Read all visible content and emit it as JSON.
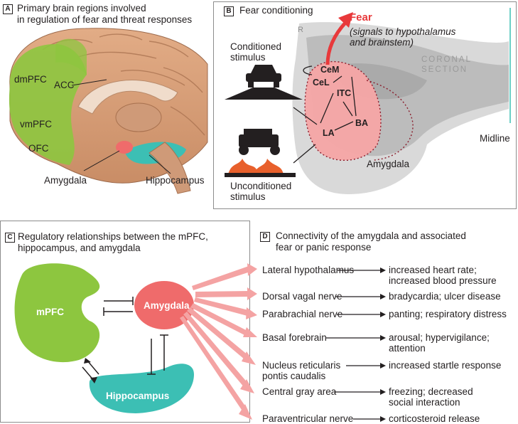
{
  "panel_a": {
    "letter": "A",
    "title": "Primary brain regions involved\nin regulation of fear and threat responses",
    "labels": {
      "dmpfc": "dmPFC",
      "acc": "ACC",
      "vmpfc": "vmPFC",
      "ofc": "OFC",
      "amygdala": "Amygdala",
      "hippocampus": "Hippocampus"
    }
  },
  "panel_b": {
    "letter": "B",
    "title": "Fear conditioning",
    "fear": "Fear",
    "fear_note": "(signals to hypothalamus\nand brainstem)",
    "r_mark": "R",
    "coronal": "CORONAL\nSECTION",
    "midline": "Midline",
    "conditioned": "Conditioned\nstimulus",
    "unconditioned": "Unconditioned\nstimulus",
    "amygdala": "Amygdala",
    "nuclei": {
      "cem": "CeM",
      "cel": "CeL",
      "itc": "ITC",
      "la": "LA",
      "ba": "BA"
    }
  },
  "panel_c": {
    "letter": "C",
    "title": "Regulatory relationships between the mPFC,\nhippocampus, and amygdala",
    "mpfc": "mPFC",
    "amygdala": "Amygdala",
    "hippocampus": "Hippocampus"
  },
  "panel_d": {
    "letter": "D",
    "title": "Connectivity of the amygdala and associated\nfear or panic response",
    "rows": [
      {
        "target": "Lateral hypothalamus",
        "response": "increased heart rate;\nincreased blood pressure"
      },
      {
        "target": "Dorsal vagal nerve",
        "response": "bradycardia; ulcer disease"
      },
      {
        "target": "Parabrachial nerve",
        "response": "panting; respiratory distress"
      },
      {
        "target": "Basal forebrain",
        "response": "arousal; hypervigilance;\nattention"
      },
      {
        "target": "Nucleus reticularis\npontis caudalis",
        "response": "increased startle response"
      },
      {
        "target": "Central gray area",
        "response": "freezing; decreased\nsocial interaction"
      },
      {
        "target": "Paraventricular nerve",
        "response": "corticosteroid release"
      }
    ]
  },
  "colors": {
    "pfc_green": "#8dc63f",
    "amygdala_red": "#ef6b6b",
    "hippocampus_teal": "#3cbfb4",
    "arrow_pink": "#f4a3a3",
    "fear_red": "#e8393b",
    "brain_tan": "#d9a07a"
  }
}
